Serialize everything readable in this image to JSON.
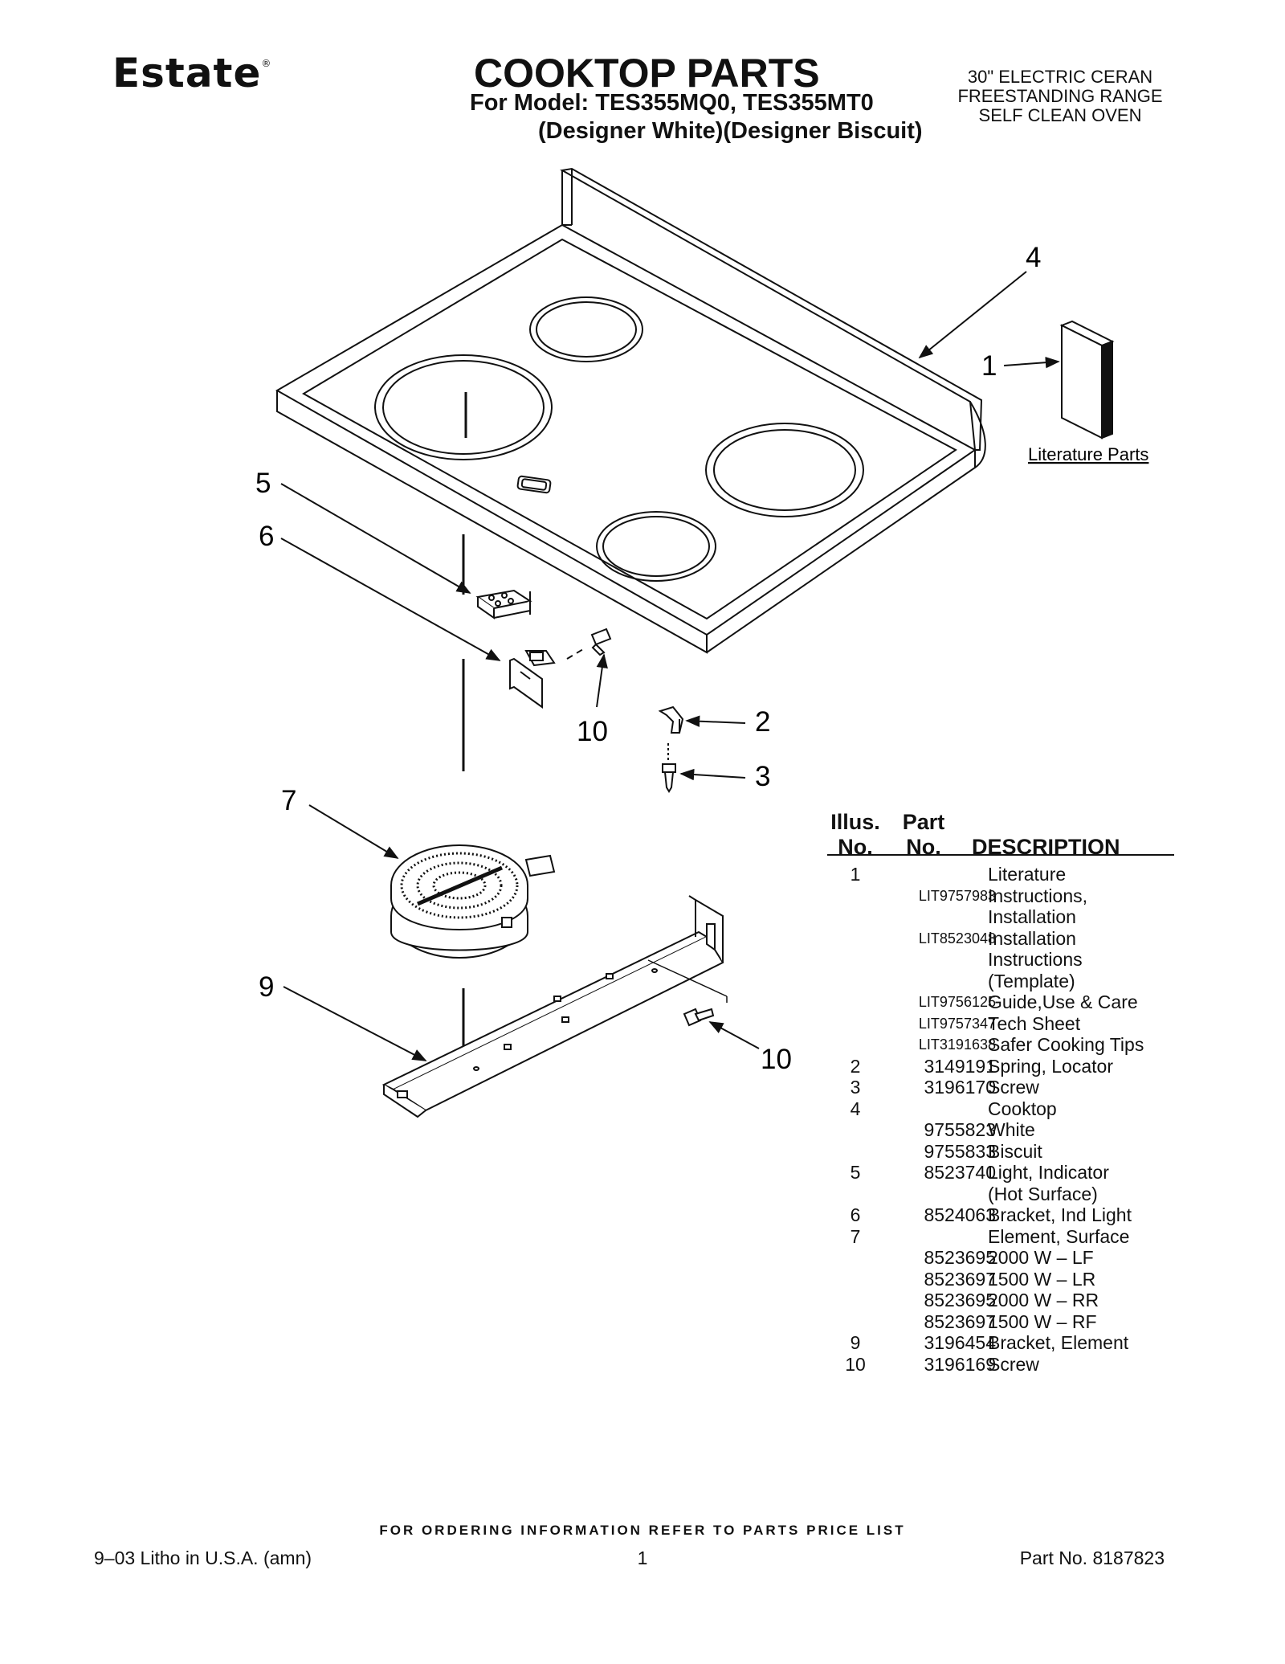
{
  "header": {
    "brand": "Estate",
    "brand_mark": "®",
    "title": "COOKTOP PARTS",
    "model_line": "For Model: TES355MQ0, TES355MT0",
    "variant_line": "(Designer White)(Designer Biscuit)",
    "description_lines": [
      "30\" ELECTRIC CERAN",
      "FREESTANDING RANGE",
      "SELF CLEAN OVEN"
    ]
  },
  "diagram": {
    "callouts": [
      "1",
      "2",
      "3",
      "4",
      "5",
      "6",
      "7",
      "9",
      "10",
      "10"
    ],
    "literature_label": "Literature Parts"
  },
  "table": {
    "headers": {
      "illus_line1": "Illus.",
      "illus_line2": "No.",
      "part_line1": "Part",
      "part_line2": "No.",
      "description": "DESCRIPTION"
    },
    "rows": [
      {
        "illus": "1",
        "part": "",
        "desc": "Literature"
      },
      {
        "illus": "",
        "part": "LIT9757983",
        "desc": "Instructions,"
      },
      {
        "illus": "",
        "part": "",
        "desc": "Installation"
      },
      {
        "illus": "",
        "part": "LIT8523048",
        "desc": "Installation"
      },
      {
        "illus": "",
        "part": "",
        "desc": "Instructions"
      },
      {
        "illus": "",
        "part": "",
        "desc": "(Template)"
      },
      {
        "illus": "",
        "part": "LIT9756125",
        "desc": "Guide,Use & Care"
      },
      {
        "illus": "",
        "part": "LIT9757347",
        "desc": "Tech Sheet"
      },
      {
        "illus": "",
        "part": "LIT3191638",
        "desc": "Safer Cooking Tips"
      },
      {
        "illus": "2",
        "part": "3149191",
        "desc": "Spring, Locator"
      },
      {
        "illus": "3",
        "part": "3196170",
        "desc": "Screw"
      },
      {
        "illus": "4",
        "part": "",
        "desc": "Cooktop"
      },
      {
        "illus": "",
        "part": "9755823",
        "desc": "White"
      },
      {
        "illus": "",
        "part": "9755833",
        "desc": "Biscuit"
      },
      {
        "illus": "5",
        "part": "8523740",
        "desc": "Light, Indicator"
      },
      {
        "illus": "",
        "part": "",
        "desc": "(Hot Surface)"
      },
      {
        "illus": "6",
        "part": "8524063",
        "desc": "Bracket, Ind Light"
      },
      {
        "illus": "7",
        "part": "",
        "desc": "Element, Surface"
      },
      {
        "illus": "",
        "part": "8523695",
        "desc": "2000 W – LF"
      },
      {
        "illus": "",
        "part": "8523697",
        "desc": "1500 W – LR"
      },
      {
        "illus": "",
        "part": "8523695",
        "desc": "2000 W – RR"
      },
      {
        "illus": "",
        "part": "8523697",
        "desc": "1500 W – RF"
      },
      {
        "illus": "9",
        "part": "3196454",
        "desc": "Bracket, Element"
      },
      {
        "illus": "10",
        "part": "3196169",
        "desc": "Screw"
      }
    ]
  },
  "footer": {
    "ordering": "FOR ORDERING INFORMATION REFER TO PARTS PRICE LIST",
    "litho": "9–03 Litho in U.S.A. (amn)",
    "page": "1",
    "part_no": "Part No. 8187823"
  }
}
